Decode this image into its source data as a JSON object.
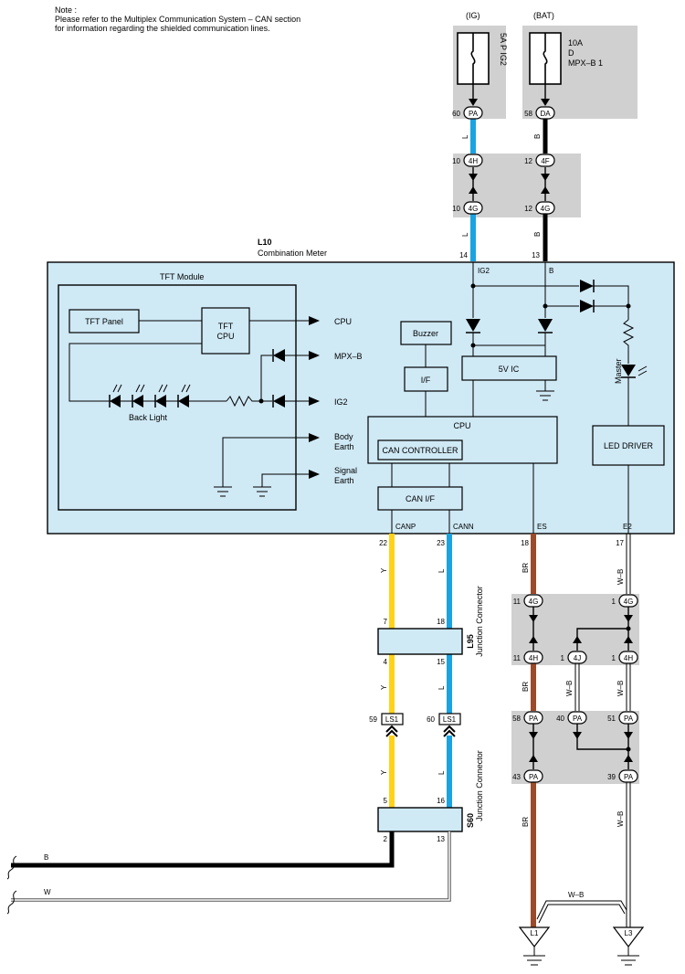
{
  "note": {
    "heading": "Note :",
    "line1": "Please refer to the Multiplex Communication System – CAN section",
    "line2": "for information regarding the shielded communication lines."
  },
  "fuses": {
    "ig_label": "(IG)",
    "bat_label": "(BAT)",
    "ig_fuse_name": "5A P IG2",
    "bat_amp": "10A",
    "bat_d": "D",
    "bat_name": "MPX–B 1"
  },
  "connectors": {
    "pa60_pin": "60",
    "pa60": "PA",
    "da58_pin": "58",
    "da58": "DA",
    "h10_pin": "10",
    "h10": "4H",
    "f12_pin": "12",
    "f12": "4F",
    "g10_pin": "10",
    "g10": "4G",
    "g12_pin": "12",
    "g12": "4G",
    "pin14": "14",
    "pin13": "13",
    "g11_pin": "11",
    "g11": "4G",
    "g1_pin": "1",
    "g1": "4G",
    "h11_pin": "11",
    "h11": "4H",
    "j1_pin": "1",
    "j1": "4J",
    "h1_pin": "1",
    "h1": "4H",
    "pa58_pin": "58",
    "pa58": "PA",
    "pa40_pin": "40",
    "pa40": "PA",
    "pa51_pin": "51",
    "pa51": "PA",
    "pa43_pin": "43",
    "pa43": "PA",
    "pa39_pin": "39",
    "pa39": "PA",
    "ls59_pin": "59",
    "ls59": "LS1",
    "ls60_pin": "60",
    "ls60": "LS1",
    "pin22": "22",
    "pin23": "23",
    "pin18": "18",
    "pin17": "17",
    "pin7": "7",
    "pin18b": "18",
    "pin4": "4",
    "pin15": "15",
    "pin5": "5",
    "pin16": "16",
    "pin2": "2",
    "pin13b": "13"
  },
  "wire_colors": {
    "L": "L",
    "B": "B",
    "Y": "Y",
    "BR": "BR",
    "WB": "W–B",
    "W": "W"
  },
  "meter": {
    "code": "L10",
    "name": "Combination Meter",
    "ig2": "IG2",
    "b": "B",
    "canp": "CANP",
    "cann": "CANN",
    "es": "ES",
    "e2": "E2"
  },
  "tft": {
    "module": "TFT Module",
    "panel": "TFT Panel",
    "cpu1": "TFT",
    "cpu2": "CPU",
    "backlight": "Back Light",
    "out_cpu": "CPU",
    "out_mpxb": "MPX–B",
    "out_ig2": "IG2",
    "body1": "Body",
    "body2": "Earth",
    "signal1": "Signal",
    "signal2": "Earth"
  },
  "blocks": {
    "buzzer": "Buzzer",
    "if": "I/F",
    "ic5v": "5V IC",
    "cpu": "CPU",
    "can_controller": "CAN CONTROLLER",
    "can_if": "CAN I/F",
    "led_driver": "LED DRIVER",
    "master": "Master"
  },
  "junctions": {
    "l95": "L95",
    "l95_name": "Junction Connector",
    "s60": "S60",
    "s60_name": "Junction Connector"
  },
  "grounds": {
    "l1": "L1",
    "l3": "L3"
  },
  "colors": {
    "meter_fill": "#cfe9f5",
    "shade": "#d0d0d0",
    "wire_blue": "#1aa3e0",
    "wire_yellow": "#ffd21a",
    "wire_brown": "#9b4a2a",
    "wire_black": "#000000"
  }
}
